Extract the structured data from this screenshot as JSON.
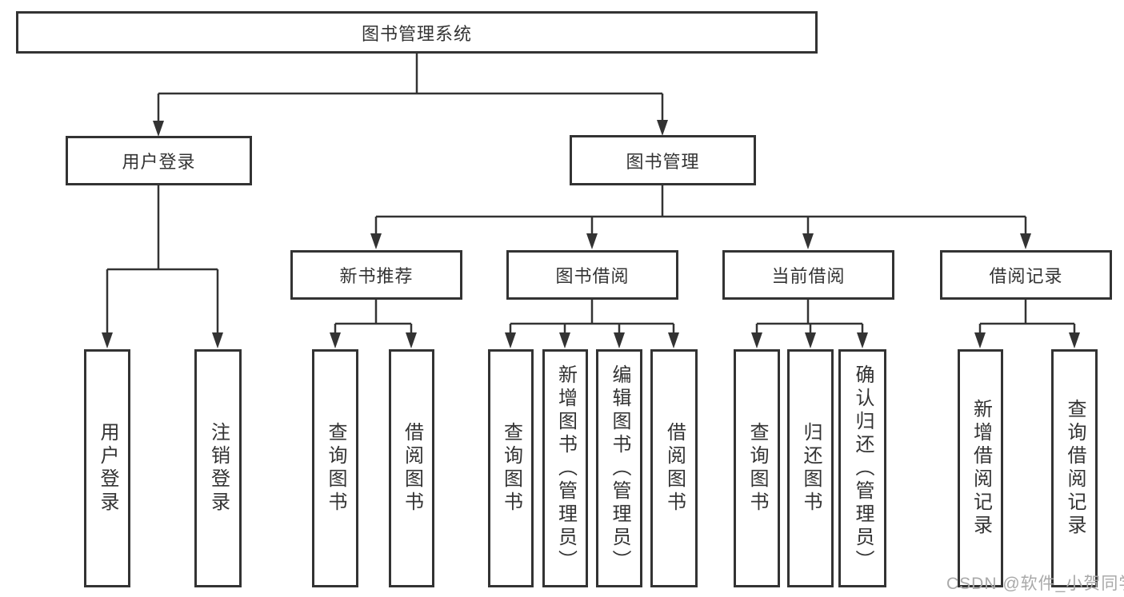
{
  "diagram": {
    "title": "图书管理系统",
    "tree": {
      "root": {
        "label": "图书管理系统"
      },
      "branches": [
        {
          "label": "用户登录",
          "children": [
            {
              "label": "用户登录"
            },
            {
              "label": "注销登录"
            }
          ]
        },
        {
          "label": "图书管理",
          "children": [
            {
              "label": "新书推荐",
              "children": [
                {
                  "label": "查询图书"
                },
                {
                  "label": "借阅图书"
                }
              ]
            },
            {
              "label": "图书借阅",
              "children": [
                {
                  "label": "查询图书"
                },
                {
                  "label": "新增图书（管理员）"
                },
                {
                  "label": "编辑图书（管理员）"
                },
                {
                  "label": "借阅图书"
                }
              ]
            },
            {
              "label": "当前借阅",
              "children": [
                {
                  "label": "查询图书"
                },
                {
                  "label": "归还图书"
                },
                {
                  "label": "确认归还（管理员）"
                }
              ]
            },
            {
              "label": "借阅记录",
              "children": [
                {
                  "label": "新增借阅记录"
                },
                {
                  "label": "查询借阅记录"
                }
              ]
            }
          ]
        }
      ]
    },
    "colors": {
      "line": "#333333",
      "box_border": "#333333",
      "text": "#333333",
      "background": "#ffffff",
      "watermark": "#a9a9a9"
    }
  },
  "watermark": {
    "text": "CSDN @软件_小贺同学"
  }
}
